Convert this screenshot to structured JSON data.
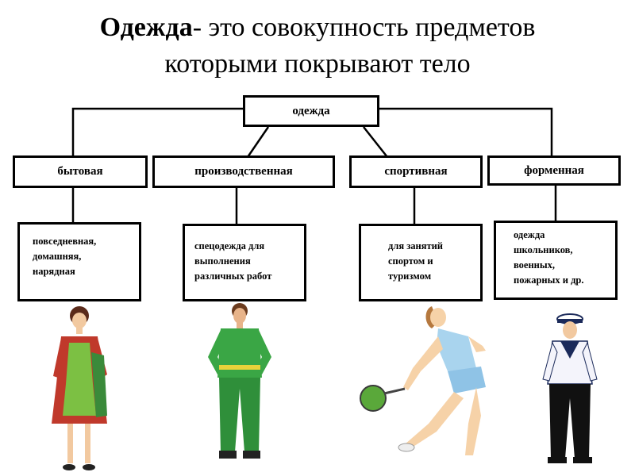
{
  "title": {
    "bold": "Одежда",
    "rest": "- это совокупность предметов",
    "line2": "которыми покрывают тело"
  },
  "root": "одежда",
  "categories": [
    {
      "label": "бытовая",
      "desc": [
        "повседневная,",
        "домашняя,",
        "нарядная"
      ]
    },
    {
      "label": "производственная",
      "desc": [
        "спецодежда для",
        "выполнения",
        "различных работ"
      ]
    },
    {
      "label": "спортивная",
      "desc": [
        "для занятий",
        "спортом и",
        "туризмом"
      ]
    },
    {
      "label": "форменная",
      "desc": [
        "одежда",
        "школьников,",
        "военных,",
        "пожарных и др."
      ]
    }
  ],
  "colors": {
    "line": "#000000",
    "dress": "#c0392b",
    "apron": "#7cc043",
    "workwear": "#3aa645",
    "sport_top": "#a9d4ee",
    "sailor_navy": "#1b2a5a"
  },
  "illustrations": [
    "woman-in-dress-and-apron-figure",
    "man-in-green-workwear-figure",
    "tennis-player-figure",
    "sailor-uniform-figure"
  ]
}
